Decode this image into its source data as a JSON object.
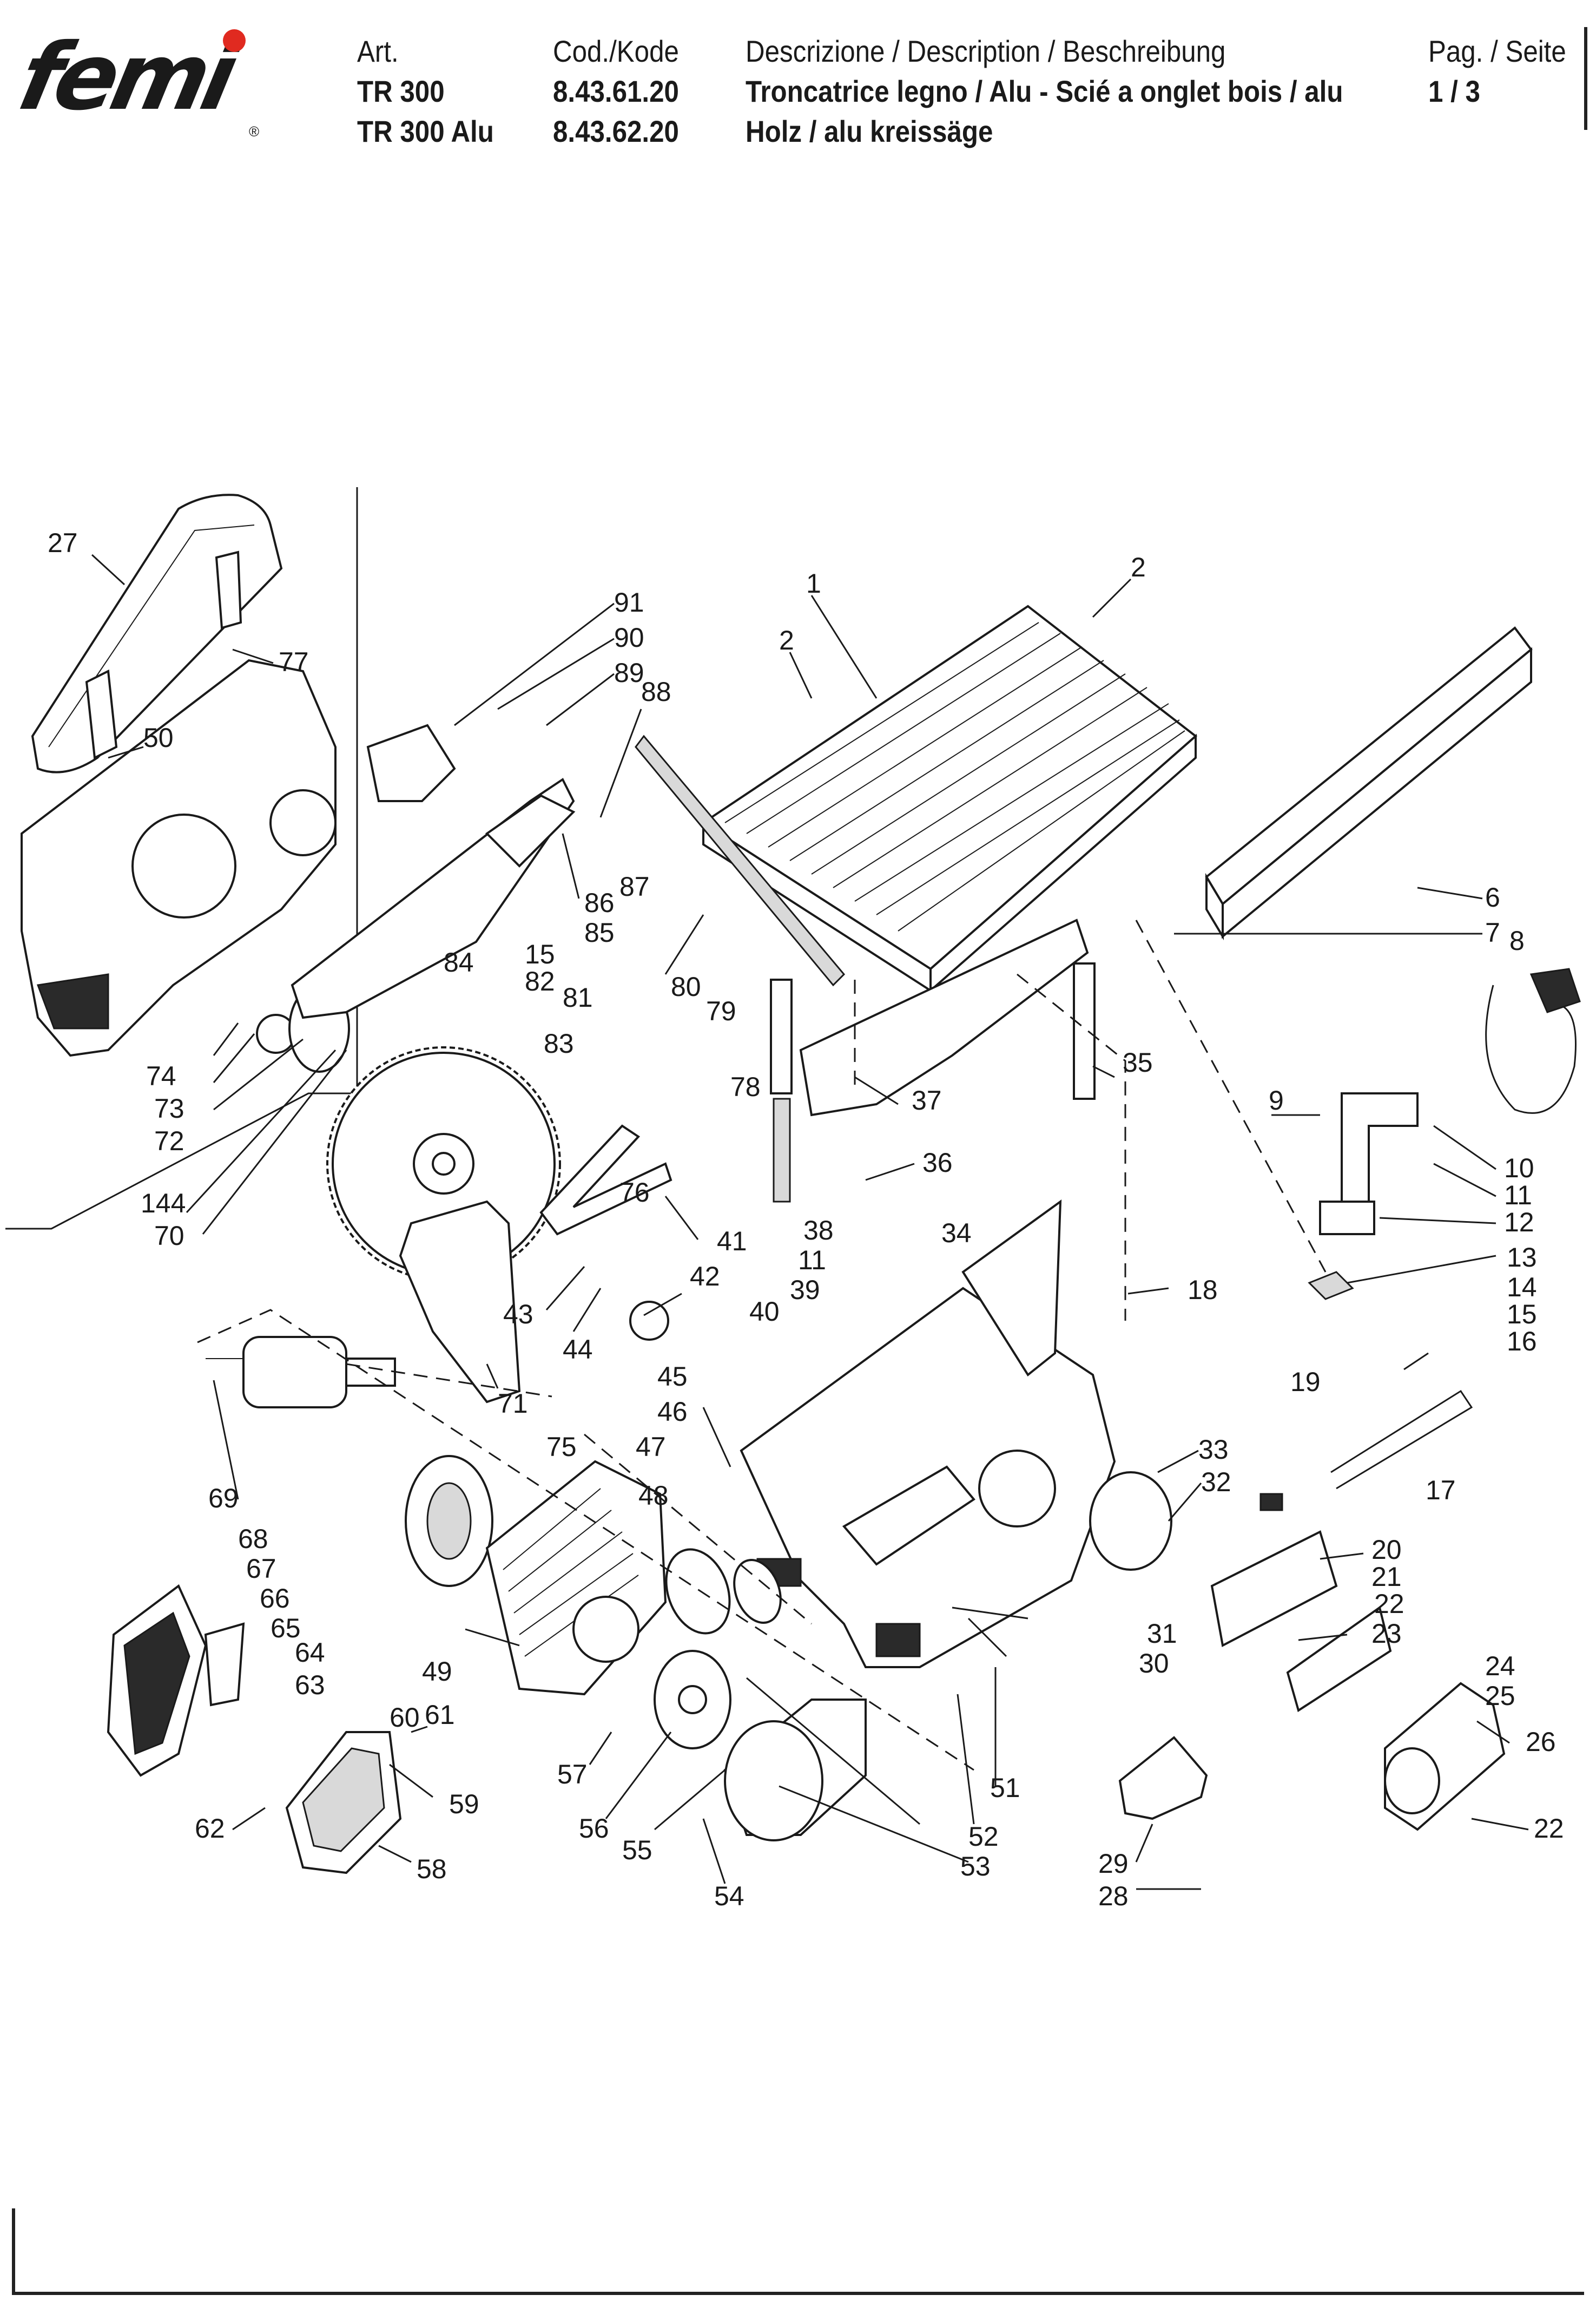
{
  "brand": {
    "name": "femi",
    "reg_mark": "®",
    "dot_color": "#e02a20"
  },
  "header": {
    "art_label": "Art.",
    "art_values": [
      "TR 300",
      "TR 300 Alu"
    ],
    "code_label": "Cod./Kode",
    "code_values": [
      "8.43.61.20",
      "8.43.62.20"
    ],
    "desc_label": "Descrizione / Description / Beschreibung",
    "desc_values": [
      "Troncatrice legno / Alu - Scié a onglet bois / alu",
      "Holz / alu kreissäge"
    ],
    "page_label": "Pag. / Seite",
    "page_value": "1 / 3"
  },
  "diagram": {
    "callouts": [
      "27",
      "77",
      "50",
      "91",
      "90",
      "89",
      "88",
      "86",
      "87",
      "85",
      "1",
      "2",
      "2",
      "6",
      "7",
      "8",
      "84",
      "15",
      "82",
      "81",
      "83",
      "80",
      "79",
      "78",
      "35",
      "37",
      "36",
      "9",
      "10",
      "11",
      "12",
      "74",
      "73",
      "72",
      "144",
      "70",
      "76",
      "41",
      "42",
      "43",
      "44",
      "71",
      "38",
      "11",
      "39",
      "40",
      "34",
      "18",
      "13",
      "14",
      "15",
      "16",
      "19",
      "17",
      "45",
      "46",
      "47",
      "69",
      "68",
      "67",
      "66",
      "65",
      "64",
      "63",
      "75",
      "48",
      "33",
      "32",
      "31",
      "30",
      "49",
      "57",
      "56",
      "55",
      "54",
      "53",
      "52",
      "51",
      "61",
      "60",
      "59",
      "58",
      "62",
      "20",
      "21",
      "22",
      "23",
      "24",
      "25",
      "26",
      "22",
      "29",
      "28"
    ]
  }
}
